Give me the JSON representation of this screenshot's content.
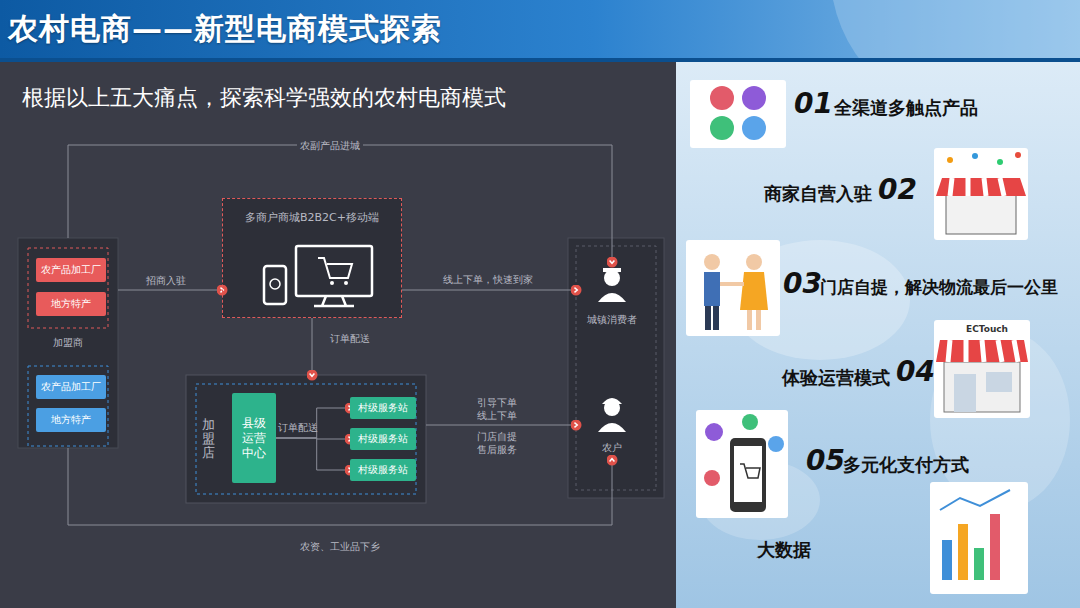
{
  "diagram": {
    "title": "农村电商——新型电商模式探索",
    "nodes": [
      {
        "text": [
          "加盟商"
        ]
      },
      {
        "text": [
          "农产品加工厂"
        ],
        "in": 0
      },
      {
        "text": [
          "地方特产"
        ],
        "in": 0
      },
      {
        "text": [
          "农产品加工厂"
        ],
        "in": 0
      },
      {
        "text": [
          "地方特产"
        ],
        "in": 0
      },
      {
        "text": [
          "多商户商城B2B2C+移动端"
        ]
      },
      {
        "text": [
          "加盟店"
        ]
      },
      {
        "text": [
          "县级运营中心"
        ],
        "in": 6
      },
      {
        "text": [
          "村级服务站"
        ],
        "in": 6
      },
      {
        "text": [
          "村级服务站"
        ],
        "in": 6
      },
      {
        "text": [
          "村级服务站"
        ],
        "in": 6
      },
      {
        "text": [
          "城镇消费者"
        ]
      },
      {
        "text": [
          "农户"
        ]
      }
    ],
    "edges": [
      {
        "from": 0,
        "to": 5,
        "label": "招商入驻",
        "arrow": "to"
      },
      {
        "from": 5,
        "to": 11,
        "label": "线上下单，快速到家",
        "arrow": "to"
      },
      {
        "from": 5,
        "to": 6,
        "label": "订单配送",
        "arrow": "to"
      },
      {
        "from": 7,
        "to": 8,
        "arrow": "to"
      },
      {
        "from": 7,
        "to": 9,
        "label": "订单配送",
        "arrow": "to"
      },
      {
        "from": 7,
        "to": 10,
        "arrow": "to"
      },
      {
        "from": 6,
        "to": 12,
        "label": "引导下单 线上下单",
        "arrow": "to"
      },
      {
        "from": 0,
        "to": 11,
        "label": "农副产品进城",
        "arrow": "to"
      },
      {
        "from": 0,
        "to": 12,
        "label": "农资、工业品下乡",
        "arrow": "to"
      }
    ],
    "labels": [
      "根据以上五大痛点，探索科学强效的农村电商模式",
      "门店自提 售后服务",
      "01",
      "全渠道多触点产品",
      "商家自营入驻",
      "02",
      "03",
      "门店自提，解决物流最后一公里",
      "体验运营模式",
      "04",
      "05",
      "多元化支付方式",
      "大数据",
      "ECTouch"
    ]
  }
}
